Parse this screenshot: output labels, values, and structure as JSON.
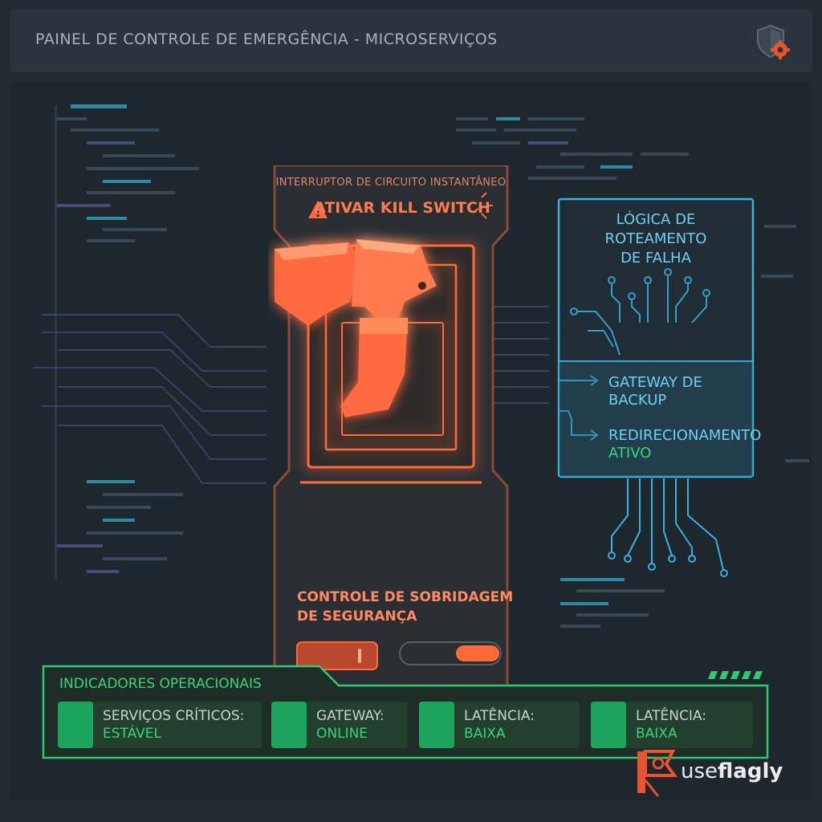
{
  "header": {
    "title": "PAINEL DE CONTROLE DE EMERGÊNCIA - MICROSERVIÇOS",
    "icon": "shield-gear-icon"
  },
  "switch_panel": {
    "title": "INTERRUPTOR DE CIRCUITO INSTANTÂNEO",
    "warning": "ATIVAR KILL SWITCH",
    "warning_icon": "warning-triangle-icon",
    "override_line1": "CONTROLE DE SOBRIDAGEM",
    "override_line2": "DE SEGURANÇA",
    "accent": "#ff6a3d"
  },
  "routing": {
    "title_line1": "LÓGICA DE",
    "title_line2": "ROTEAMENTO",
    "title_line3": "DE FALHA",
    "gateway_line1": "GATEWAY DE",
    "gateway_line2": "BACKUP",
    "redirect_line1": "REDIRECIONAMENTO",
    "redirect_line2": "ATIVO",
    "accent": "#3ab0dc"
  },
  "indicators": {
    "title": "INDICADORES OPERACIONAIS",
    "items": [
      {
        "label": "SERVIÇOS CRÍTICOS:",
        "value": "ESTÁVEL"
      },
      {
        "label": "GATEWAY:",
        "value": "ONLINE"
      },
      {
        "label": "LATÊNCIA:",
        "value": "BAIXA"
      },
      {
        "label": "LATÊNCIA:",
        "value": "BAIXA"
      }
    ],
    "accent": "#2fc86f"
  },
  "brand": {
    "prefix": "use",
    "bold": "flagly"
  }
}
